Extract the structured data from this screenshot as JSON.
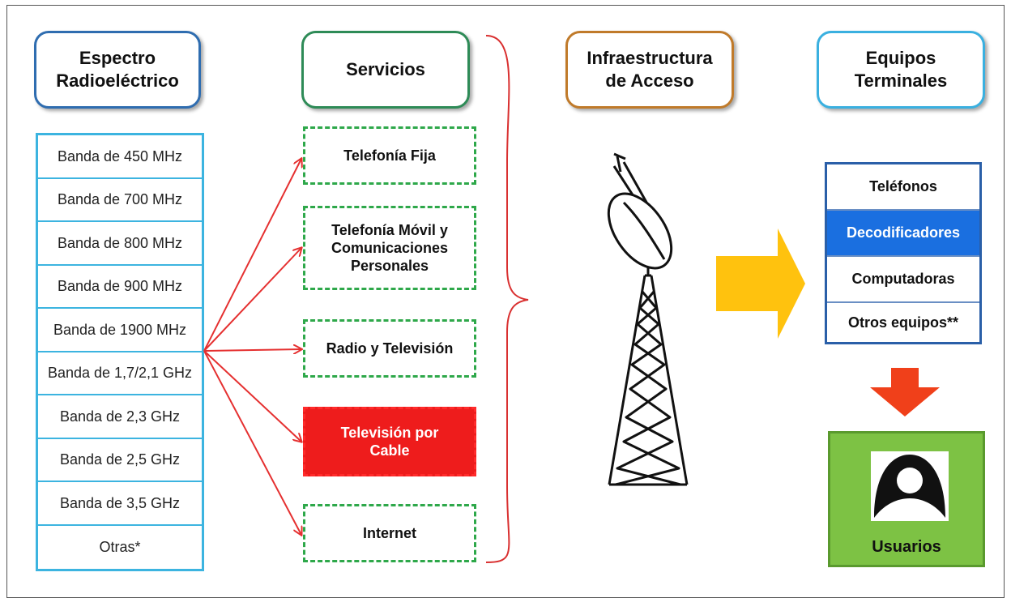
{
  "headers": {
    "spectrum": "Espectro\nRadioeléctrico",
    "services": "Servicios",
    "infrastructure": "Infraestructura\nde Acceso",
    "terminals": "Equipos\nTerminales"
  },
  "bands": [
    "Banda de 450 MHz",
    "Banda de 700 MHz",
    "Banda de 800 MHz",
    "Banda de 900 MHz",
    "Banda de 1900 MHz",
    "Banda de 1,7/2,1 GHz",
    "Banda de 2,3 GHz",
    "Banda de 2,5 GHz",
    "Banda de 3,5 GHz",
    "Otras*"
  ],
  "services": [
    "Telefonía Fija",
    "Telefonía Móvil y\nComunicaciones\nPersonales",
    "Radio y Televisión",
    "Televisión por\nCable",
    "Internet"
  ],
  "equipment": [
    "Teléfonos",
    "Decodificadores",
    "Computadoras",
    "Otros equipos**"
  ],
  "users_label": "Usuarios",
  "colors": {
    "spectrum_border": "#2f6db0",
    "services_border": "#2e8b57",
    "infra_border": "#c07a2a",
    "terminals_border": "#3ab0e0",
    "arrow_red": "#e53030",
    "highlight_blue": "#1a6fe0",
    "cable_red": "#ee1c1c",
    "big_arrow_yellow": "#ffc20e",
    "users_green": "#7dc244"
  }
}
